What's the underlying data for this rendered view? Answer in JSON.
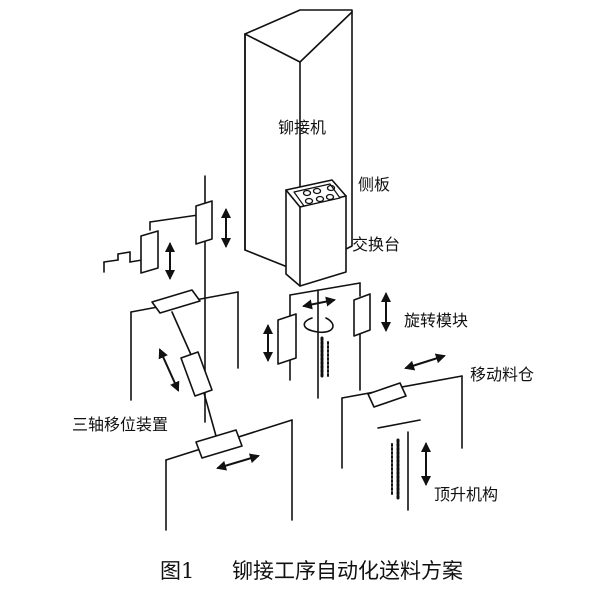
{
  "labels": {
    "riveter": "铆接机",
    "side_panel": "侧板",
    "exchange_table": "交换台",
    "rotation_module": "旋转模块",
    "mobile_bin": "移动料仓",
    "three_axis_device": "三轴移位装置",
    "lifting_mechanism": "顶升机构"
  },
  "caption": {
    "figure_number": "图1",
    "title": "铆接工序自动化送料方案"
  }
}
